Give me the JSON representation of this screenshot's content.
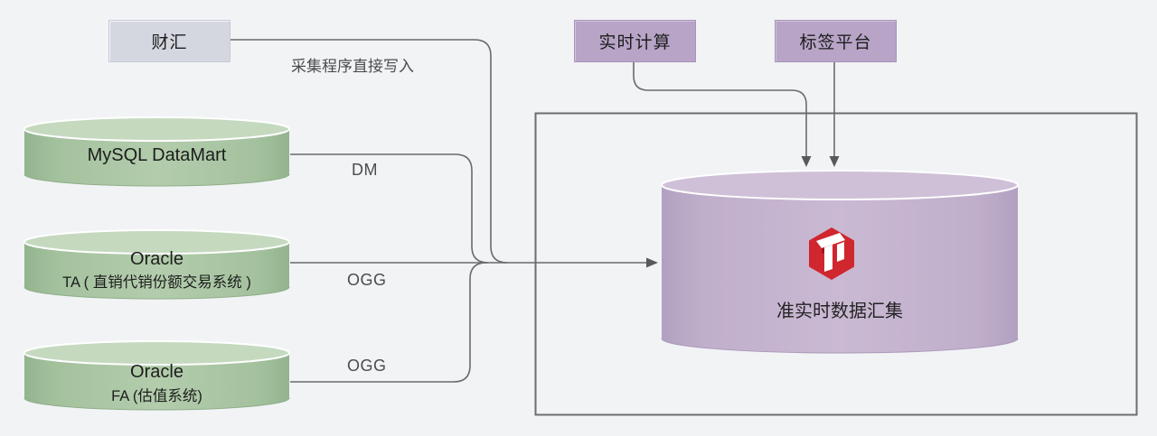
{
  "diagram": {
    "background": "#f1f3f5",
    "sources": {
      "caihui": "财汇",
      "mysql": "MySQL DataMart",
      "oracle_ta_title": "Oracle",
      "oracle_ta_subtitle": "TA ( 直销代销份额交易系统 )",
      "oracle_fa_title": "Oracle",
      "oracle_fa_subtitle": "FA (估值系统)"
    },
    "consumers": {
      "realtime_compute": "实时计算",
      "tag_platform": "标签平台"
    },
    "target": {
      "label": "准实时数据汇集",
      "logo": "tidb-logo",
      "logo_color": "#d0262e"
    },
    "edge_labels": {
      "caihui_write": "采集程序直接写入",
      "mysql_dm": "DM",
      "oracle_ta_ogg": "OGG",
      "oracle_fa_ogg": "OGG"
    },
    "colors": {
      "source_cylinder_body": "#aac7a4",
      "source_cylinder_top": "#c5d9bf",
      "target_cylinder_body": "#c6b4d0",
      "target_cylinder_top": "#cfc0d8",
      "platform_box": "#b7a4c6",
      "caihui_box": "#d4d7e0",
      "connector_line": "#6a6a6a",
      "boundary_border": "#6e6e6e"
    }
  }
}
